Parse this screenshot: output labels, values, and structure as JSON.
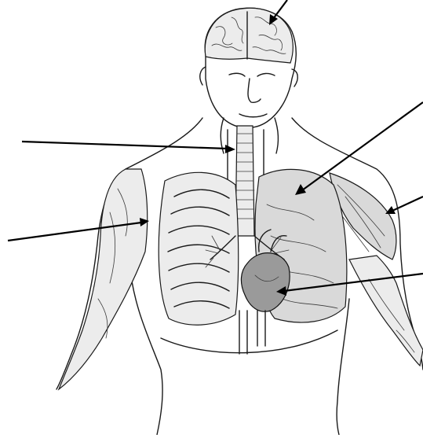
{
  "diagram": {
    "labels": [
      {
        "id": "brain",
        "text": ""
      },
      {
        "id": "trachea",
        "text": ""
      },
      {
        "id": "ribs-lung-left-side",
        "text": ""
      },
      {
        "id": "lung",
        "text": ""
      },
      {
        "id": "arm-muscle",
        "text": ""
      },
      {
        "id": "heart",
        "text": ""
      }
    ]
  }
}
